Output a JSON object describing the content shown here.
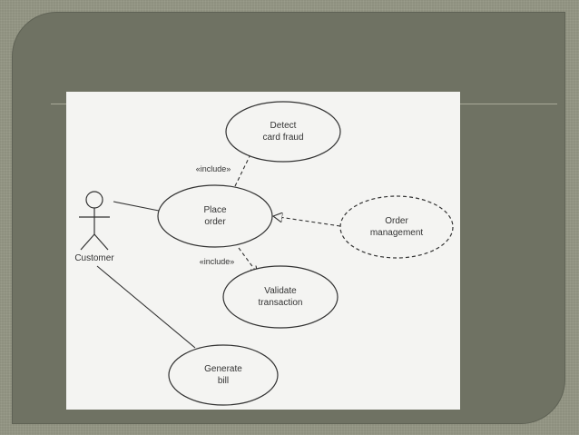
{
  "diagram": {
    "actor": {
      "name": "Customer"
    },
    "use_cases": {
      "detect": [
        "Detect",
        "card fraud"
      ],
      "place": [
        "Place",
        "order"
      ],
      "validate": [
        "Validate",
        "transaction"
      ],
      "generate": [
        "Generate",
        "bill"
      ],
      "order_mgmt": [
        "Order",
        "management"
      ]
    },
    "relations": {
      "include_top": "«include»",
      "include_bottom": "«include»"
    },
    "colors": {
      "stroke": "#333333",
      "paper": "#f4f4f2",
      "frame": "#6f7263"
    }
  }
}
